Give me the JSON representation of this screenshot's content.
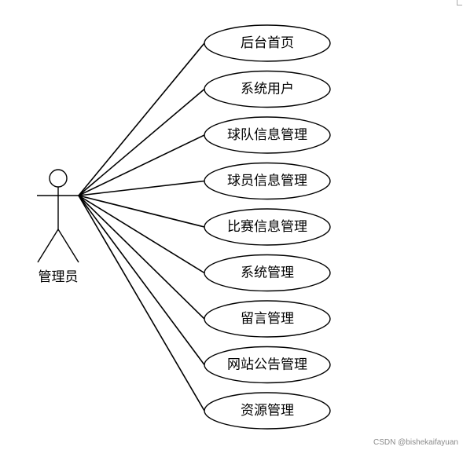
{
  "actor": {
    "label": "管理员"
  },
  "use_cases": [
    {
      "label": "后台首页"
    },
    {
      "label": "系统用户"
    },
    {
      "label": "球队信息管理"
    },
    {
      "label": "球员信息管理"
    },
    {
      "label": "比赛信息管理"
    },
    {
      "label": "系统管理"
    },
    {
      "label": "留言管理"
    },
    {
      "label": "网站公告管理"
    },
    {
      "label": "资源管理"
    }
  ],
  "watermark": "CSDN @bishekaifayuan"
}
